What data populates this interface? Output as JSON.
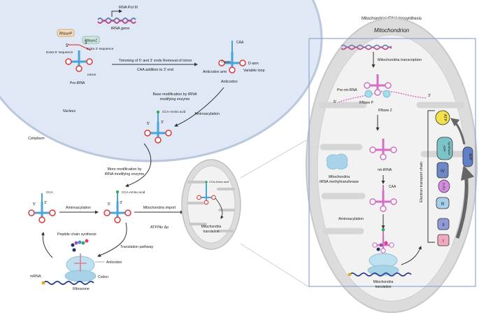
{
  "colors": {
    "nucleus_fill": "#dfe8f4",
    "nucleus_edge": "#b9c8dc",
    "mito_outer": "#dcdcdc",
    "mito_inner": "#f2f2f2",
    "trna_blue": "#4aa3d8",
    "trna_red": "#e0393a",
    "mt_pink": "#d46fc6",
    "highlight_box": "#8fa7d3",
    "atp_yellow": "#f3e24b",
    "synthase_teal": "#7cc4c9",
    "complex_iv": "#6e88c6",
    "complex_iii": "#a8cfe9",
    "complex_ii": "#8e9bd6",
    "complex_i": "#f1a9bf",
    "cytc": "#d58be0"
  },
  "left": {
    "rna_pol": "RNA Pol III",
    "trna_gene": "tRNA gene",
    "rnase_p": "RNaseP",
    "rnase_z": "RNaseZ",
    "five_prime": "5'",
    "three_prime": "3'",
    "extra5": "Extra 5' sequence",
    "extra3": "Extra 3' sequence",
    "intron": "Intron",
    "pre_trna": "Pre-tRNA",
    "trim_line1": "Trimming of 5' and 3' ends Removal of intron",
    "trim_line2": "CAA addition to 3' end",
    "caa": "CAA",
    "t_arm": "T-arm",
    "d_arm": "D-arm",
    "variable_loop": "Variable loop",
    "anticodon_arm": "Anticodon arm",
    "anticodon": "Anticodon",
    "base_mod_line1": "Base modification by tRNA",
    "base_mod_line2": "modifying enzyme",
    "aminoacylation": "Aminoacylation",
    "cca_amino": "CCA-Amino acid",
    "nucleus": "Nucleus",
    "cytoplasm": "Cytoplasm",
    "more_mod_line1": "More modification by",
    "more_mod_line2": "tRNA modifying enzyme",
    "cca": "CCA",
    "mito_import": "Mitochondria import",
    "atp_delta": "ATP/No Δp",
    "mito_translation_line1": "Mitochondria",
    "mito_translation_line2": "translation",
    "cca_amino_small": "CCA-Amino acid",
    "peptide_chain": "Peptide chain synthesis",
    "translation_pathway": "Translation pathway",
    "anticodon_label": "Anticodon",
    "codon": "Codon",
    "mrna": "mRNA",
    "ribosome": "Ribosome"
  },
  "right": {
    "title": "Mitochondrial tRNA biosynthesis",
    "mitochondrion": "Mitochondrion",
    "mito_transcription": "Mitochondria transcription",
    "pre_mt_rna": "Pre-mt-RNA",
    "five_prime": "5'",
    "three_prime": "3'",
    "rnase_p": "RNase P",
    "rnase_z": "RNase Z",
    "mt_trna": "mt-tRNA",
    "methyl_line1": "Mitochondria",
    "methyl_line2": "tRNA methyltransferase",
    "caa": "CAA",
    "aminoacylation": "Aminoacylation",
    "mito_translation_line1": "Mitochondria",
    "mito_translation_line2": "translation",
    "etc": "Electron transport chain",
    "atp": "ATP",
    "adp": "ADP",
    "atp_synthase_line1": "ATP",
    "atp_synthase_line2": "synthase",
    "complex_iv": "IV",
    "complex_iii": "III",
    "complex_ii": "II",
    "complex_i": "I",
    "cyt_c": "Cyt C"
  }
}
